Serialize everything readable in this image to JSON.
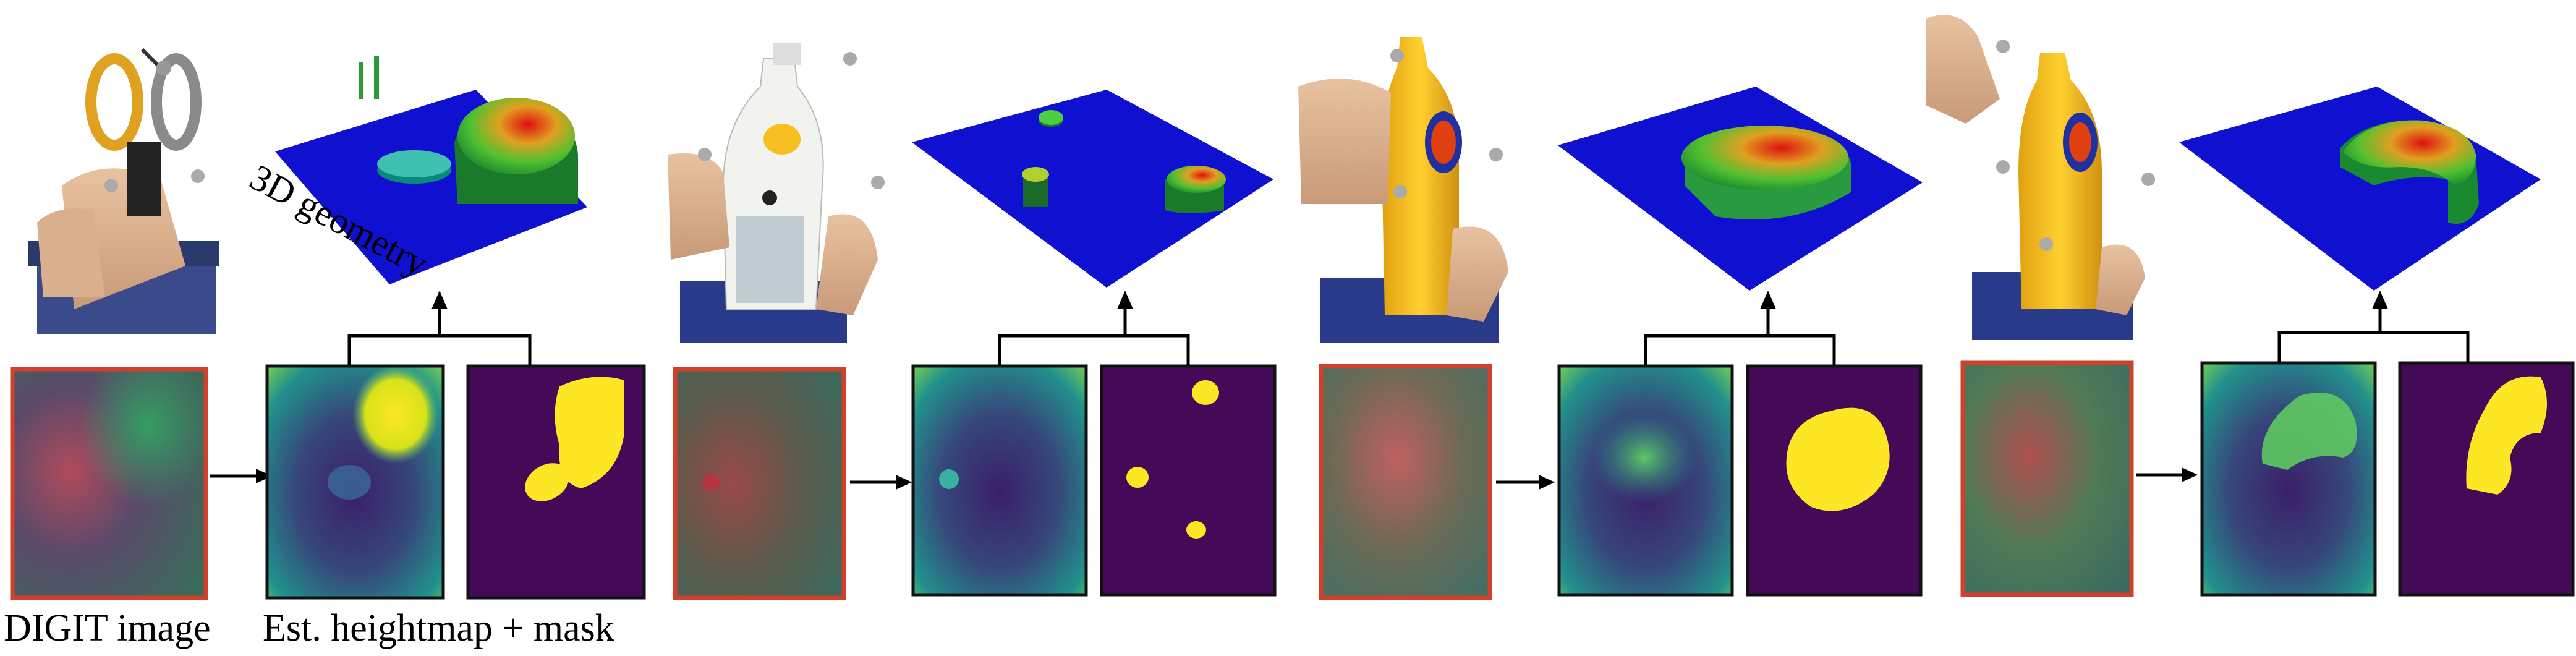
{
  "captions": {
    "digit_image": "DIGIT image",
    "heightmap_mask": "Est. heightmap + mask",
    "geometry_3d": "3D geometry"
  },
  "examples": [
    {
      "object": "scissors",
      "digit_frame": "red-border",
      "blobs": 2
    },
    {
      "object": "soap-bottle",
      "digit_frame": "red-border",
      "blobs": 3
    },
    {
      "object": "mustard-bottle",
      "digit_frame": "red-border",
      "blobs": 1
    },
    {
      "object": "mustard-bottle",
      "digit_frame": "red-border",
      "blobs": 1
    }
  ],
  "colors": {
    "digit_border": "#d0402a",
    "panel_border": "#111111",
    "heightmap_base": "#3b1f6a",
    "mask_bg": "#440a57",
    "mask_fg": "#fde725",
    "plane": "#1010d0"
  }
}
